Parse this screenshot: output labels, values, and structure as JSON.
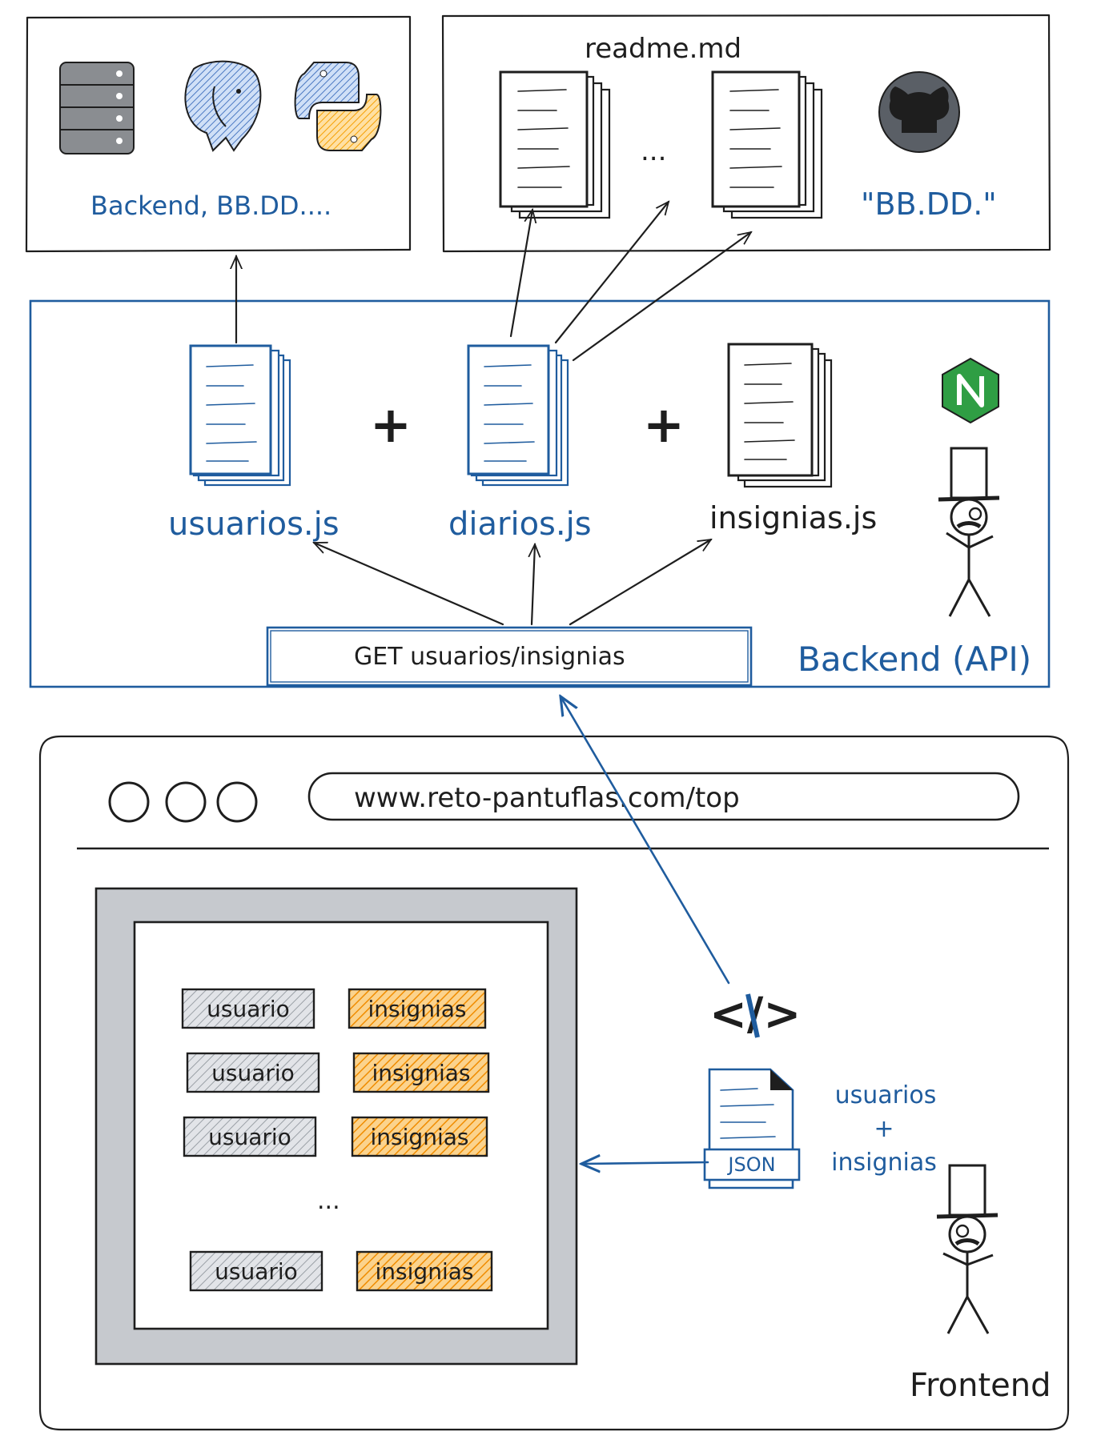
{
  "top_left_panel": {
    "label": "Backend, BB.DD....",
    "icons": [
      "database-icon",
      "postgresql-elephant-icon",
      "python-icon"
    ]
  },
  "top_right_panel": {
    "title": "readme.md",
    "ellipsis": "...",
    "caption": "\"BB.DD.\"",
    "icons": [
      "github-octocat-icon"
    ]
  },
  "backend_panel": {
    "files": [
      {
        "label": "usuarios.js",
        "color": "#1f5c9e"
      },
      {
        "label": "diarios.js",
        "color": "#1f5c9e"
      },
      {
        "label": "insignias.js",
        "color": "#1e1e1e"
      }
    ],
    "plus_symbols": [
      "+",
      "+"
    ],
    "endpoint": "GET usuarios/insignias",
    "caption": "Backend (API)",
    "icons": [
      "nginx-icon",
      "top-hat-stickman-icon"
    ]
  },
  "browser": {
    "url": "www.reto-pantuflas.com/top",
    "window_controls": [
      "",
      "",
      ""
    ],
    "rows": [
      {
        "user": "usuario",
        "badges": "insignias"
      },
      {
        "user": "usuario",
        "badges": "insignias"
      },
      {
        "user": "usuario",
        "badges": "insignias"
      },
      {
        "user": "usuario",
        "badges": "insignias"
      }
    ],
    "ellipsis": "...",
    "code_symbol": "</>",
    "json_label": "JSON",
    "json_caption": {
      "line1": "usuarios",
      "line2": "+",
      "line3": "insignias"
    },
    "caption": "Frontend",
    "icons": [
      "code-icon",
      "json-file-icon",
      "top-hat-stickman-icon"
    ]
  },
  "colors": {
    "accent_blue": "#1f5c9e",
    "ink": "#1e1e1e",
    "badge_orange": "#f5a623",
    "user_gray": "#c6c9ce",
    "frame_gray": "#c6c9ce",
    "nginx_green": "#2f9e44",
    "github_gray": "#5a5f66"
  }
}
